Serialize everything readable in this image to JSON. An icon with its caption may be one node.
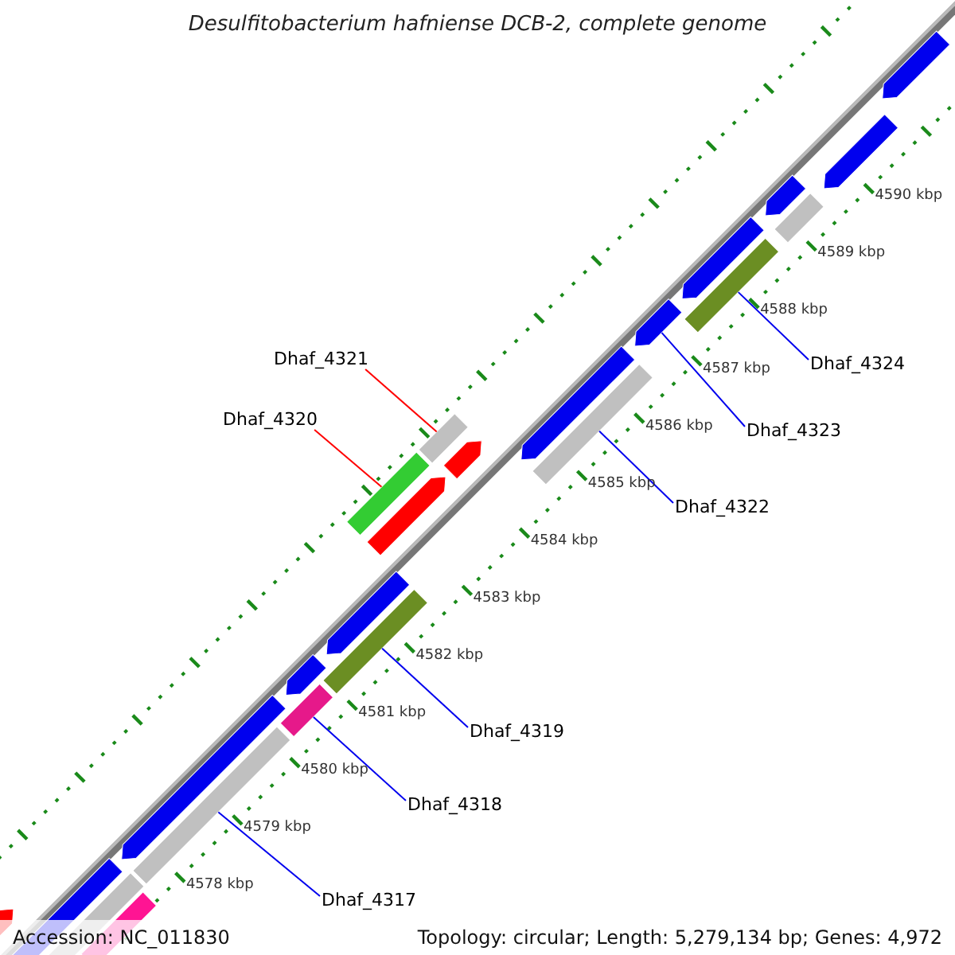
{
  "diagram": {
    "title": "Desulfitobacterium hafniense DCB-2, complete genome",
    "nodes": [
      {
        "text": [
          "Dhaf_4321"
        ]
      },
      {
        "text": [
          "Dhaf_4320"
        ]
      },
      {
        "text": [
          "Dhaf_4322"
        ]
      },
      {
        "text": [
          "Dhaf_4323"
        ]
      },
      {
        "text": [
          "Dhaf_4324"
        ]
      },
      {
        "text": [
          "Dhaf_4319"
        ]
      },
      {
        "text": [
          "Dhaf_4318"
        ]
      },
      {
        "text": [
          "Dhaf_4317"
        ]
      },
      {
        "text": [],
        "shape": "bar"
      },
      {
        "text": [],
        "shape": "bar"
      },
      {
        "text": [],
        "shape": "bar"
      },
      {
        "text": [],
        "shape": "bar"
      },
      {
        "text": [],
        "shape": "bar"
      },
      {
        "text": [],
        "shape": "bar"
      },
      {
        "text": [],
        "shape": "arrow"
      },
      {
        "text": [],
        "shape": "bar"
      },
      {
        "text": [],
        "shape": "bar"
      }
    ],
    "edges": [
      {
        "from": 0,
        "to": 12,
        "arrow": "none",
        "color": "#ff0000"
      },
      {
        "from": 1,
        "to": 11,
        "arrow": "none",
        "color": "#ff0000"
      },
      {
        "from": 2,
        "to": 13,
        "arrow": "none"
      },
      {
        "from": 3,
        "to": 14,
        "arrow": "none"
      },
      {
        "from": 4,
        "to": 15,
        "arrow": "none"
      },
      {
        "from": 5,
        "to": 10,
        "arrow": "none"
      },
      {
        "from": 6,
        "to": 9,
        "arrow": "none"
      },
      {
        "from": 7,
        "to": 8,
        "arrow": "none"
      }
    ],
    "labels": [
      "4590 kbp",
      "4589 kbp",
      "4588 kbp",
      "4587 kbp",
      "4586 kbp",
      "4585 kbp",
      "4584 kbp",
      "4583 kbp",
      "4582 kbp",
      "4581 kbp",
      "4580 kbp",
      "4579 kbp",
      "4578 kbp",
      "Accession: NC_011830",
      "Topology: circular; Length: 5,279,134 bp; Genes: 4,972"
    ]
  }
}
